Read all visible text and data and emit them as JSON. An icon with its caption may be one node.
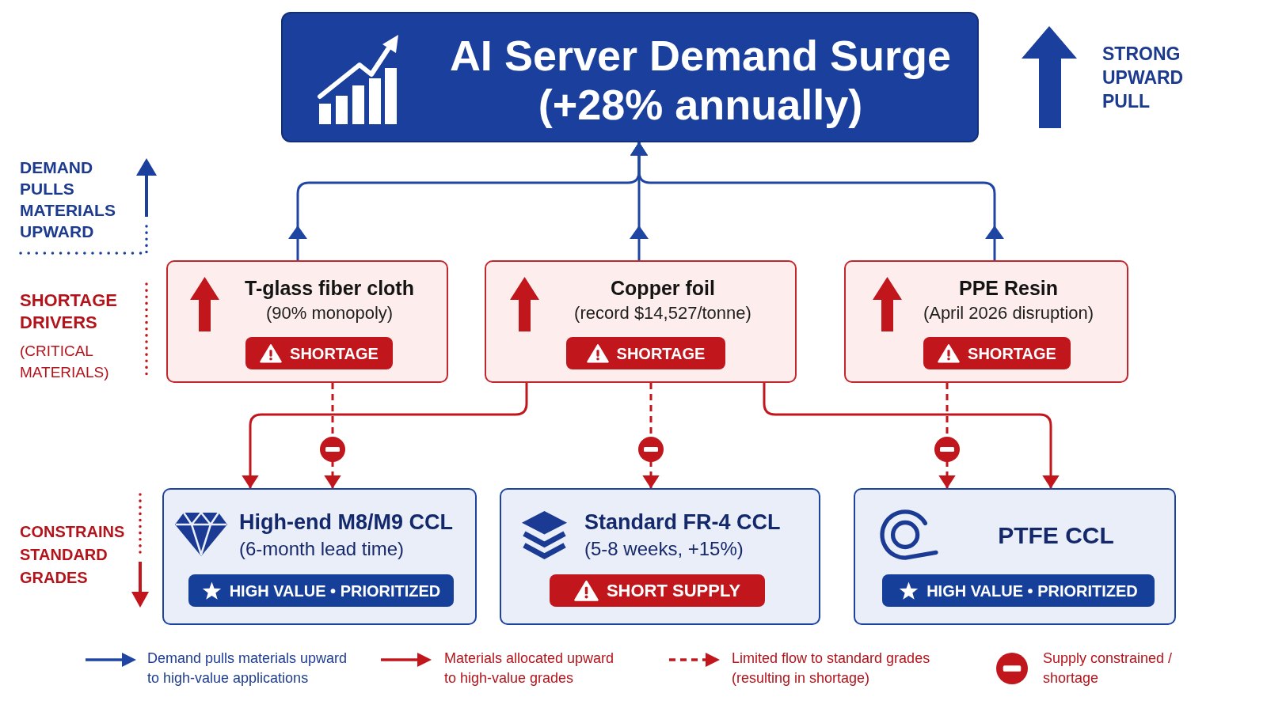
{
  "diagram": {
    "nodes": [
      {
        "text": [
          "AI Server Demand Surge",
          "(+28% annually)"
        ]
      },
      {
        "text": [
          "T-glass fiber cloth",
          "(90% monopoly)"
        ]
      },
      {
        "text": [
          "SHORTAGE"
        ],
        "in": 1
      },
      {
        "text": [
          "Copper foil",
          "(record $14,527/tonne)"
        ]
      },
      {
        "text": [
          "SHORTAGE"
        ],
        "in": 3
      },
      {
        "text": [
          "PPE Resin",
          "(April 2026 disruption)"
        ]
      },
      {
        "text": [
          "SHORTAGE"
        ],
        "in": 5
      },
      {
        "text": [
          "High-end M8/M9 CCL",
          "(6-month lead time)"
        ]
      },
      {
        "text": [
          "HIGH VALUE • PRIORITIZED"
        ],
        "in": 7
      },
      {
        "text": [
          "Standard FR-4 CCL",
          "(5-8 weeks, +15%)"
        ]
      },
      {
        "text": [
          "SHORT SUPPLY"
        ],
        "in": 9
      },
      {
        "text": [
          "PTFE CCL"
        ]
      },
      {
        "text": [
          "HIGH VALUE • PRIORITIZED"
        ],
        "in": 11
      }
    ],
    "edges": [
      {
        "from": 1,
        "to": 0,
        "arrow": "to",
        "color": "#1f45a3"
      },
      {
        "from": 3,
        "to": 0,
        "arrow": "to",
        "color": "#1f45a3"
      },
      {
        "from": 5,
        "to": 0,
        "arrow": "to",
        "color": "#1f45a3"
      },
      {
        "from": 3,
        "to": 7,
        "arrow": "to"
      },
      {
        "from": 3,
        "to": 11,
        "arrow": "to"
      },
      {
        "from": 1,
        "to": 7,
        "arrow": "to",
        "style": "dashed"
      },
      {
        "from": 3,
        "to": 9,
        "arrow": "to",
        "style": "dashed"
      },
      {
        "from": 5,
        "to": 11,
        "arrow": "to",
        "style": "dashed"
      }
    ],
    "labels": [
      "STRONG UPWARD PULL",
      "DEMAND PULLS MATERIALS UPWARD",
      "SHORTAGE DRIVERS",
      "(CRITICAL MATERIALS)",
      "CONSTRAINS STANDARD GRADES"
    ],
    "legend": [
      {
        "text": "Demand pulls materials upward to high-value applications"
      },
      {
        "text": "Materials allocated upward to high-value grades"
      },
      {
        "text": "Limited flow to standard grades (resulting in shortage)"
      },
      {
        "text": "Supply constrained / shortage"
      }
    ]
  }
}
